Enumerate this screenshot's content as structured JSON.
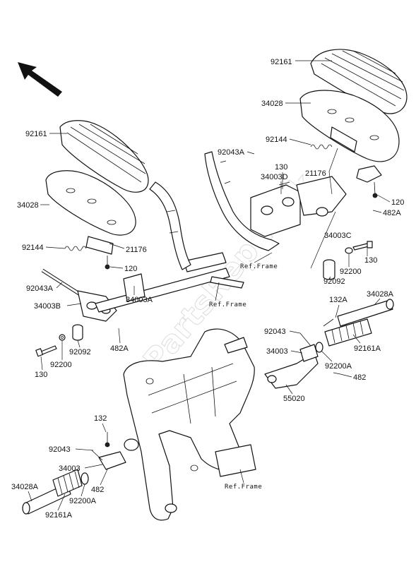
{
  "watermark": "PartsRepublik",
  "ref_frame": "Ref.Frame",
  "labels": {
    "l1": "92161",
    "l2": "34028",
    "l3": "92144",
    "l4": "92043A",
    "l5": "130",
    "l6": "34003D",
    "l7": "21176",
    "l8": "120",
    "l9": "482A",
    "l10": "34003C",
    "l11": "92092",
    "l12": "92200",
    "l13": "130",
    "l14": "92161",
    "l15": "34028",
    "l16": "92144",
    "l17": "21176",
    "l18": "120",
    "l19": "92043A",
    "l20": "34003B",
    "l21": "34003A",
    "l22": "482A",
    "l23": "92092",
    "l24": "130",
    "l25": "92200",
    "l26": "132A",
    "l27": "34028A",
    "l28": "92043",
    "l29": "34003",
    "l30": "92161A",
    "l31": "92200A",
    "l32": "482",
    "l33": "55020",
    "l34": "132",
    "l35": "92043",
    "l36": "34003",
    "l37": "482",
    "l38": "34028A",
    "l39": "92200A",
    "l40": "92161A"
  }
}
